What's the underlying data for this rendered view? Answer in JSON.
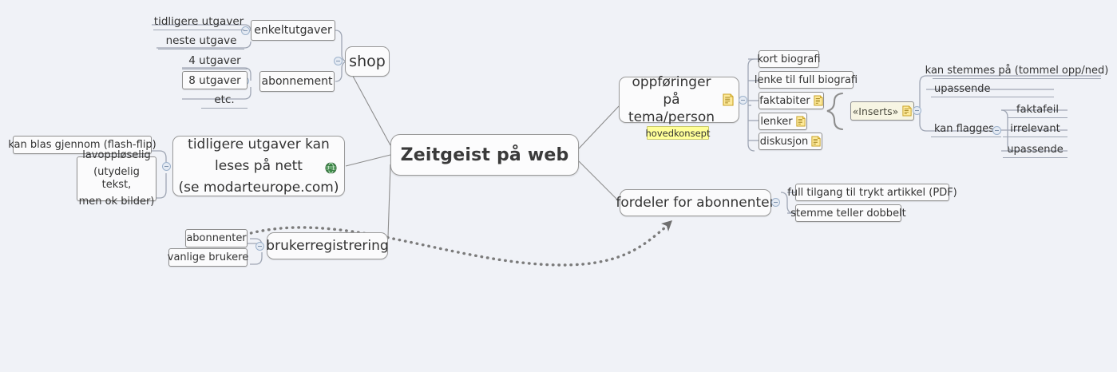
{
  "meta": {
    "title": "Zeitgeist på web",
    "background": "#f0f2f7",
    "marker_color": "#ffff99",
    "callout_color": "#f7f5e3",
    "line_color": "#8d8d8d"
  },
  "central": {
    "label": "Zeitgeist på web"
  },
  "branches": {
    "shop": {
      "label": "shop",
      "children": [
        {
          "label": "enkeltutgaver",
          "leaves": [
            "tidligere utgaver",
            "neste utgave"
          ]
        },
        {
          "label": "abonnement",
          "leaves": [
            "4 utgaver",
            "8 utgaver",
            "etc."
          ]
        }
      ]
    },
    "tidligere_utgaver": {
      "lines": [
        "tidligere utgaver kan",
        "leses på nett",
        "(se modarteurope.com)"
      ],
      "icon": "globe-hyperlink-icon",
      "leaves": [
        "kan blas gjennom (flash-flip)",
        "lavoppløselig\n(utydelig tekst,\nmen ok bilder)"
      ]
    },
    "brukerregistrering": {
      "label": "brukerregistrering",
      "leaves": [
        "abonnenter",
        "vanlige brukere"
      ]
    },
    "oppforinger": {
      "lines": [
        "oppføringer på",
        "tema/person"
      ],
      "icon": "note-icon",
      "marker": "hovedkonsept",
      "children": [
        {
          "label": "kort biografi",
          "icon": null
        },
        {
          "label": "lenke til full biografi",
          "icon": null
        },
        {
          "label": "faktabiter",
          "icon": "note-icon"
        },
        {
          "label": "lenker",
          "icon": "note-icon"
        },
        {
          "label": "diskusjon",
          "icon": "note-icon"
        }
      ],
      "boundary": {
        "label": "«Inserts»",
        "icon": "note-icon",
        "children": [
          {
            "label": "kan stemmes på (tommel opp/ned)"
          },
          {
            "label": "upassende"
          },
          {
            "label": "kan flagges",
            "leaves": [
              "faktafeil",
              "irrelevant",
              "upassende"
            ]
          }
        ]
      }
    },
    "fordeler": {
      "label": "fordeler for abonnenter",
      "children": [
        "full tilgang til trykt artikkel (PDF)",
        "stemme teller dobbelt"
      ]
    }
  },
  "relationship": {
    "from": "abonnenter",
    "to": "fordeler for abonnenter",
    "style": "dotted-arrow"
  }
}
